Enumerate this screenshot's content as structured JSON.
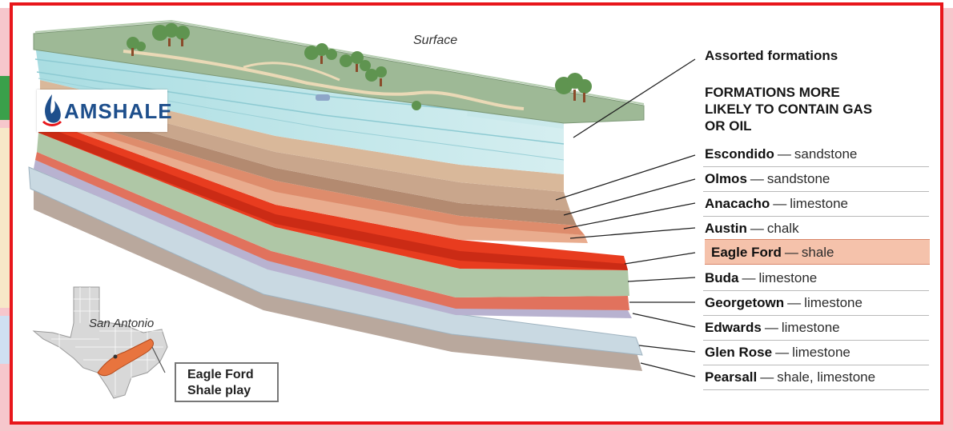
{
  "diagram": {
    "surface_label": "Surface",
    "logo_text": "AMSHALE",
    "assorted_label": "Assorted formations",
    "likely_heading": [
      "FORMATIONS MORE",
      "LIKELY TO CONTAIN GAS",
      "OR OIL"
    ],
    "formations": [
      {
        "name": "Escondido",
        "type": "sandstone",
        "color": "#d9b89a"
      },
      {
        "name": "Olmos",
        "type": "sandstone",
        "color": "#c9a68c"
      },
      {
        "name": "Anacacho",
        "type": "limestone",
        "color": "#b38a70"
      },
      {
        "name": "Austin",
        "type": "chalk",
        "color": "#e9ac8e"
      },
      {
        "name": "Eagle Ford",
        "type": "shale",
        "color": "#e83c1f",
        "highlighted": true
      },
      {
        "name": "Buda",
        "type": "limestone",
        "color": "#afc7a6"
      },
      {
        "name": "Georgetown",
        "type": "limestone",
        "color": "#e1725d"
      },
      {
        "name": "Edwards",
        "type": "limestone",
        "color": "#b8b2d0"
      },
      {
        "name": "Glen Rose",
        "type": "limestone",
        "color": "#c9d9e2"
      },
      {
        "name": "Pearsall",
        "type": "shale, limestone",
        "color": "#b9a89d"
      }
    ],
    "map": {
      "city_label": "San Antonio",
      "play_label_line1": "Eagle Ford",
      "play_label_line2": "Shale play"
    }
  },
  "colors": {
    "frame_border": "#e8161b",
    "surface_green": "#9eb996",
    "water_layers": "#bfe3e6",
    "logo_blue": "#1e4f8c",
    "eagle_ford_highlight": "#f5c2ab",
    "backdrop_pink": "#f6c7cc"
  }
}
